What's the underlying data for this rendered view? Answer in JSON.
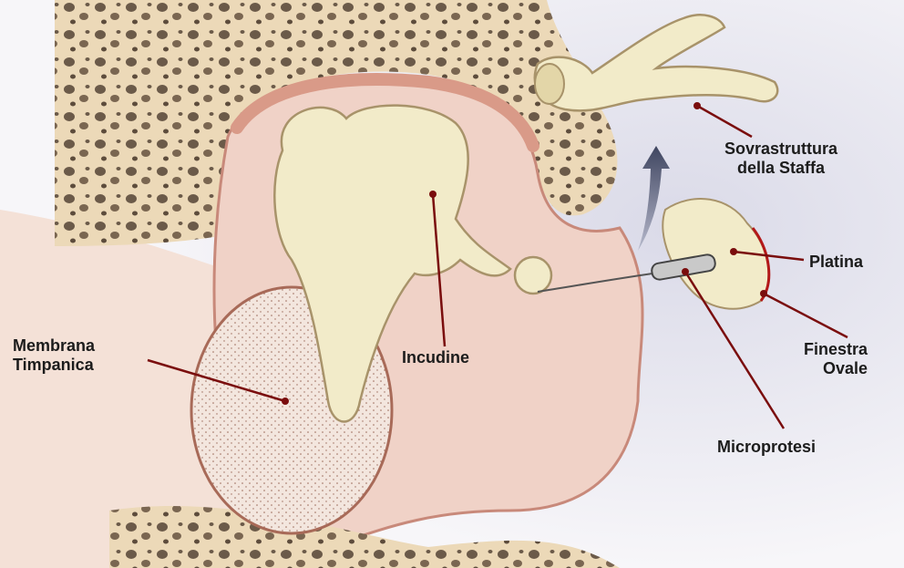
{
  "labels": {
    "sovrastruttura": [
      "Sovrastruttura",
      "della Staffa"
    ],
    "platina": "Platina",
    "finestra": [
      "Finestra",
      "Ovale"
    ],
    "microprotesi": "Microprotesi",
    "incudine": "Incudine",
    "membrana": [
      "Membrana",
      "Timpanica"
    ]
  },
  "colors": {
    "leader": "#7a0d0d",
    "bone": "#f2e9c8",
    "tissue": "#e8b5a6",
    "cavity": "#f0cfc5",
    "background": "#e9e9f1",
    "arrow": "#565a72"
  }
}
